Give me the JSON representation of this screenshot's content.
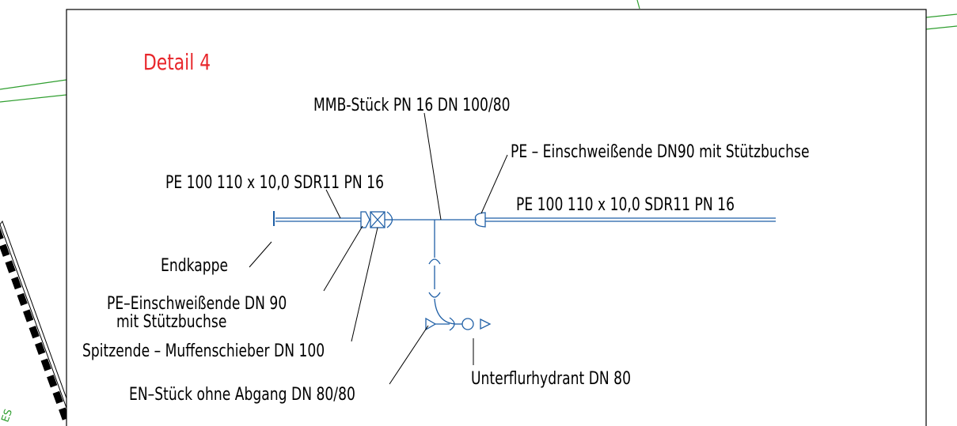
{
  "title": "Detail 4",
  "colors": {
    "title": "#e8262b",
    "text": "#000000",
    "pipe": "#1f5fa6",
    "leader": "#000000",
    "frame": "#000000",
    "map_lines": "#2f9e2f",
    "map_text": "#2f9e2f",
    "hatch": "#000000"
  },
  "labels": {
    "mmb": "MMB-Stück PN 16 DN 100/80",
    "pe_end_right": "PE – Einschweißende DN90 mit Stützbuchse",
    "pipe_left": "PE 100 110 x 10,0 SDR11 PN 16",
    "pipe_right": "PE 100 110 x 10,0 SDR11 PN 16",
    "endkappe": "Endkappe",
    "pe_end_left_line1": "PE–Einschweißende DN 90",
    "pe_end_left_line2": "mit Stützbuchse",
    "spitzende": "Spitzende – Muffenschieber DN 100",
    "unterflur": "Unterflurhydrant  DN 80",
    "en_stueck": "EN–Stück ohne Abgang DN 80/80"
  },
  "map_fragment_text": "ES"
}
